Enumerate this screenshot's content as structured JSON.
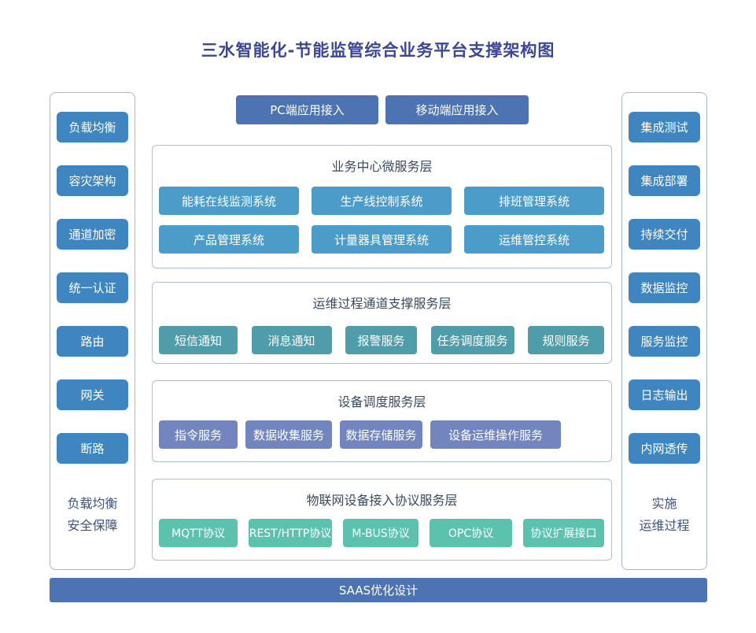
{
  "title": "三水智能化-节能监管综合业务平台支撑架构图",
  "access": {
    "pc": "PC端应用接入",
    "mobile": "移动端应用接入"
  },
  "left_panel": {
    "items": [
      "负载均衡",
      "容灾架构",
      "通道加密",
      "统一认证",
      "路由",
      "网关",
      "断路"
    ],
    "footer": [
      "负载均衡",
      "安全保障"
    ]
  },
  "right_panel": {
    "items": [
      "集成测试",
      "集成部署",
      "持续交付",
      "数据监控",
      "服务监控",
      "日志输出",
      "内网透传"
    ],
    "footer": [
      "实施",
      "运维过程"
    ]
  },
  "layers": [
    {
      "title": "业务中心微服务层",
      "rows": [
        [
          "能耗在线监测系统",
          "生产线控制系统",
          "排班管理系统"
        ],
        [
          "产品管理系统",
          "计量器具管理系统",
          "运维管控系统"
        ]
      ]
    },
    {
      "title": "运维过程通道支撑服务层",
      "rows": [
        [
          "短信通知",
          "消息通知",
          "报警服务",
          "任务调度服务",
          "规则服务"
        ]
      ]
    },
    {
      "title": "设备调度服务层",
      "rows": [
        [
          "指令服务",
          "数据收集服务",
          "数据存储服务",
          "设备运维操作服务"
        ]
      ]
    },
    {
      "title": "物联网设备接入协议服务层",
      "rows": [
        [
          "MQTT协议",
          "REST/HTTP协议",
          "M-BUS协议",
          "OPC协议",
          "协议扩展接口"
        ]
      ]
    }
  ],
  "bottom_bar": "SAAS优化设计",
  "colors": {
    "title_text": "#3b4796",
    "accent_blue": "#4e73b2",
    "sidebar_blue": "#3f86c1",
    "layer1_blue": "#4c9cc9",
    "layer2_teal": "#4f9dab",
    "layer3_slate": "#7285bf",
    "layer4_green": "#5cc2ae",
    "box_border": "#a9bfd6",
    "layer_title_text": "#394a63",
    "panel_footer_text": "#3d5286"
  }
}
